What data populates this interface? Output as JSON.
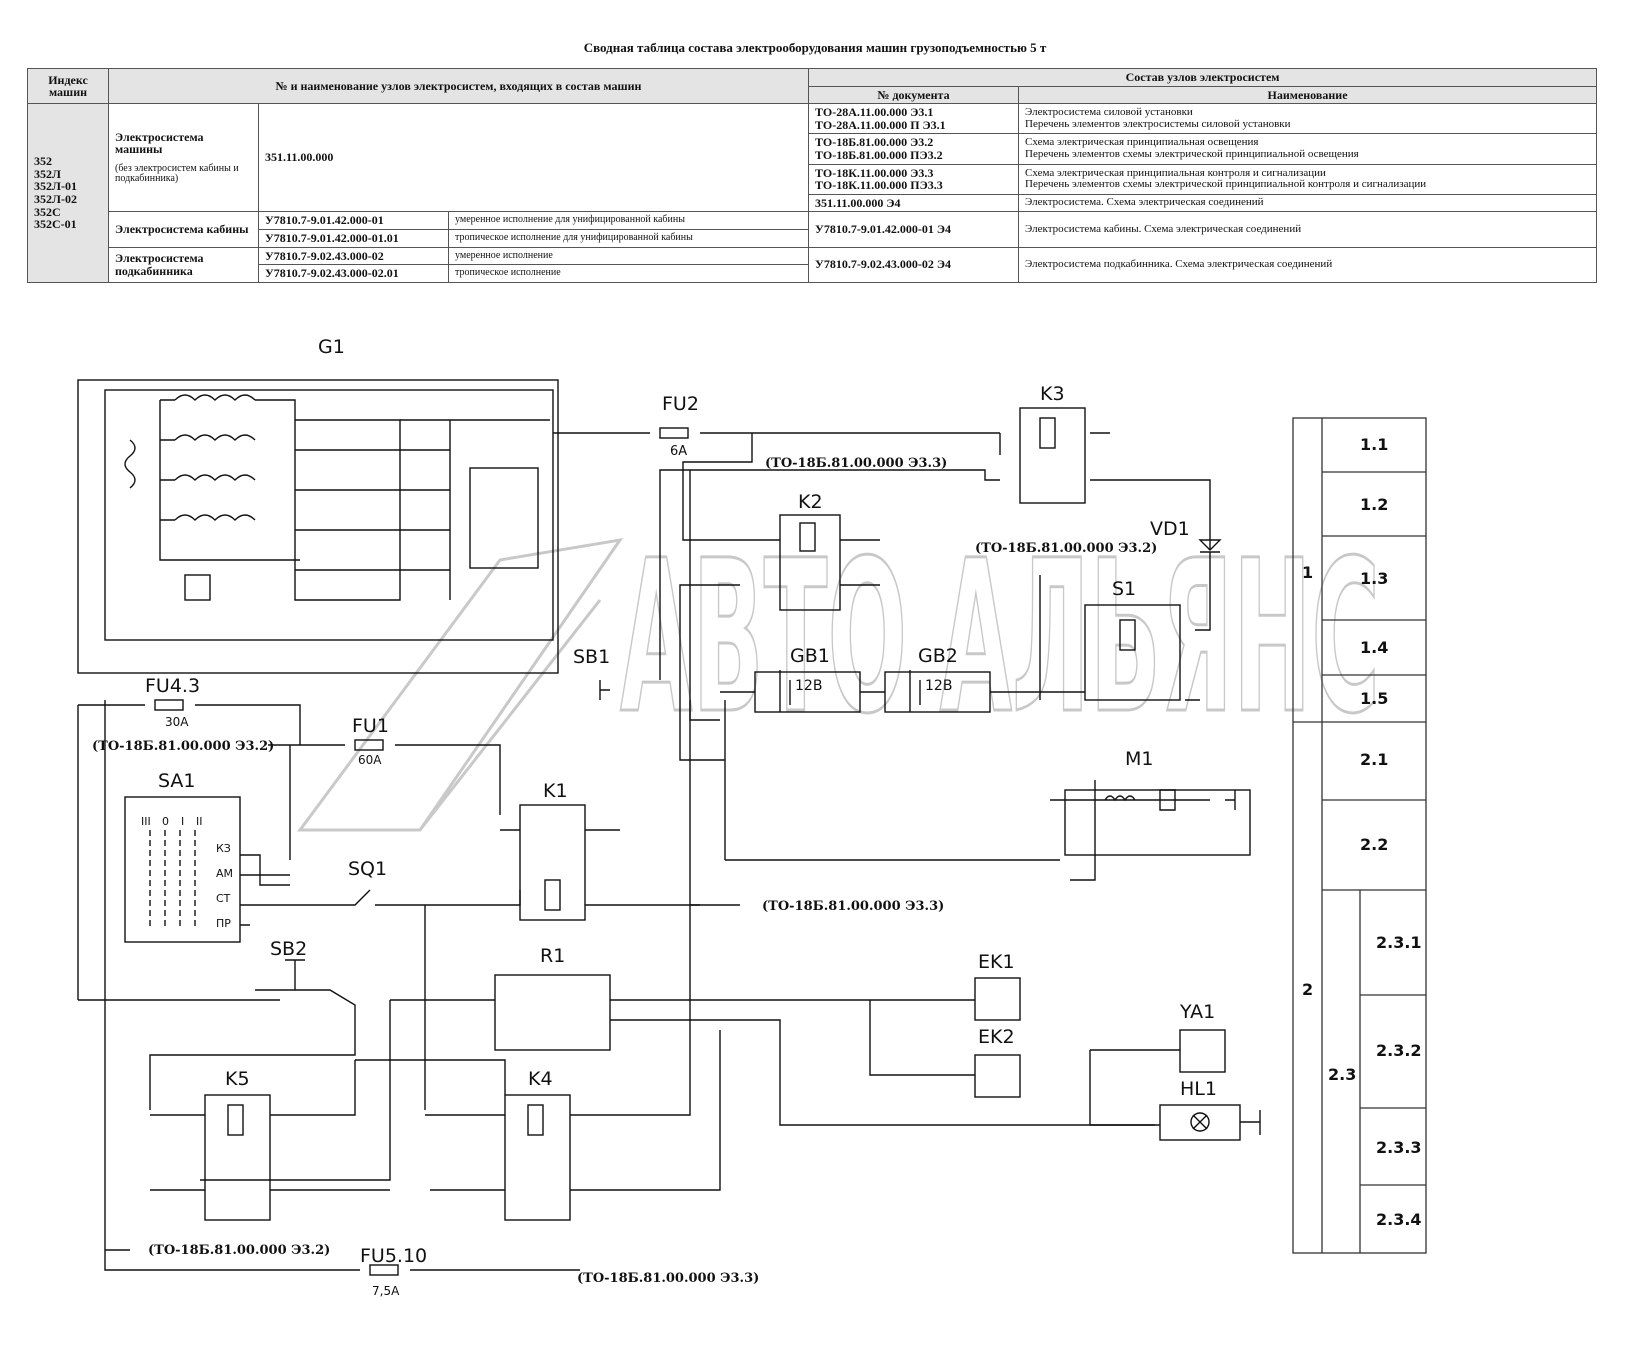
{
  "title": "Сводная таблица состава электрооборудования машин грузоподъемностью 5 т",
  "table": {
    "h_index": "Индекс машин",
    "h_units": "№ и наименование узлов электросистем, входящих в состав машин",
    "h_composition": "Состав узлов электросистем",
    "h_doc": "№ документа",
    "h_name": "Наименование",
    "machine_index": "352\n352Л\n352Л-01\n352Л-02\n352С\n352С-01",
    "sys_machine": "Электросистема машины",
    "sys_machine_note": "(без электросистем кабины и подкабинника)",
    "sys_machine_code": "351.11.00.000",
    "sys_cab": "Электросистема кабины",
    "sys_under": "Электросистема подкабинника",
    "cab_code_1": "У7810.7-9.01.42.000-01",
    "cab_desc_1": "умеренное исполнение для унифицированной кабины",
    "cab_code_2": "У7810.7-9.01.42.000-01.01",
    "cab_desc_2": "тропическое исполнение для унифицированной кабины",
    "under_code_1": "У7810.7-9.02.43.000-02",
    "under_desc_1": "умеренное исполнение",
    "under_code_2": "У7810.7-9.02.43.000-02.01",
    "under_desc_2": "тропическое исполнение",
    "d1": "ТО-28А.11.00.000 Э3.1\nТО-28А.11.00.000 П Э3.1",
    "n1": "Электросистема силовой установки\nПеречень элементов электросистемы силовой установки",
    "d2": "ТО-18Б.81.00.000 Э3.2\nТО-18Б.81.00.000 ПЭ3.2",
    "n2": "Схема электрическая принципиальная освещения\nПеречень элементов схемы электрической принципиальной освещения",
    "d3": "ТО-18К.11.00.000 Э3.3\nТО-18К.11.00.000 ПЭ3.3",
    "n3": "Схема электрическая принципиальная контроля и сигнализации\nПеречень элементов схемы электрической принципиальной контроля и сигнализации",
    "d4": "351.11.00.000 Э4",
    "n4": "Электросистема. Схема электрическая соединений",
    "d5": "У7810.7-9.01.42.000-01 Э4",
    "n5": "Электросистема кабины. Схема электрическая соединений",
    "d6": "У7810.7-9.02.43.000-02 Э4",
    "n6": "Электросистема подкабинника. Схема электрическая соединений"
  },
  "diagram": {
    "components": {
      "g1": "G1",
      "fu2": "FU2",
      "fu2_rating": "6А",
      "k3": "K3",
      "k2": "K2",
      "k1": "K1",
      "k4": "K4",
      "k5": "K5",
      "vd1": "VD1",
      "s1": "S1",
      "gb1": "GB1",
      "gb2": "GB2",
      "gb_volt": "12В",
      "m1": "M1",
      "sb1": "SB1",
      "sb2": "SB2",
      "sa1": "SA1",
      "sq1": "SQ1",
      "r1": "R1",
      "ek1": "EK1",
      "ek2": "EK2",
      "ya1": "YA1",
      "hl1": "HL1",
      "fu43": "FU4.3",
      "fu43_rating": "30А",
      "fu1": "FU1",
      "fu1_rating": "60А",
      "fu510": "FU5.10",
      "fu510_rating": "7,5А"
    },
    "refs": {
      "e33": "(ТО-18Б.81.00.000 Э3.3)",
      "e32": "(ТО-18Б.81.00.000 Э3.2)"
    },
    "sa1_positions": [
      "III",
      "0",
      "I",
      "II"
    ],
    "sa1_contacts": [
      "КЗ",
      "АМ",
      "СТ",
      "ПР"
    ]
  },
  "side_table": {
    "col1": [
      "1",
      "2"
    ],
    "col2": [
      "2.3"
    ],
    "rows": [
      "1.1",
      "1.2",
      "1.3",
      "1.4",
      "1.5",
      "2.1",
      "2.2",
      "2.3.1",
      "2.3.2",
      "2.3.3",
      "2.3.4"
    ]
  },
  "watermark": "АВТО АЛЬЯНС"
}
